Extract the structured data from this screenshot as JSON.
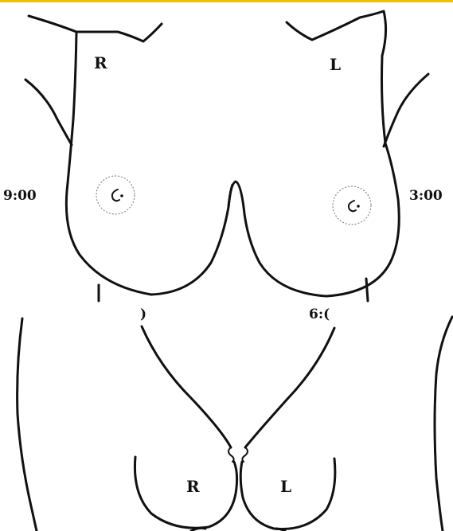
{
  "colors": {
    "top_strip": "#f2c200",
    "outline": "#111111",
    "marker_circle": "#888888"
  },
  "front_view": {
    "right_label": "R",
    "left_label": "L",
    "clock_left": "9:00",
    "clock_right": "3:00"
  },
  "lower_view": {
    "clock_left": ")",
    "clock_right": "6:(",
    "right_label": "R",
    "left_label": "L"
  }
}
